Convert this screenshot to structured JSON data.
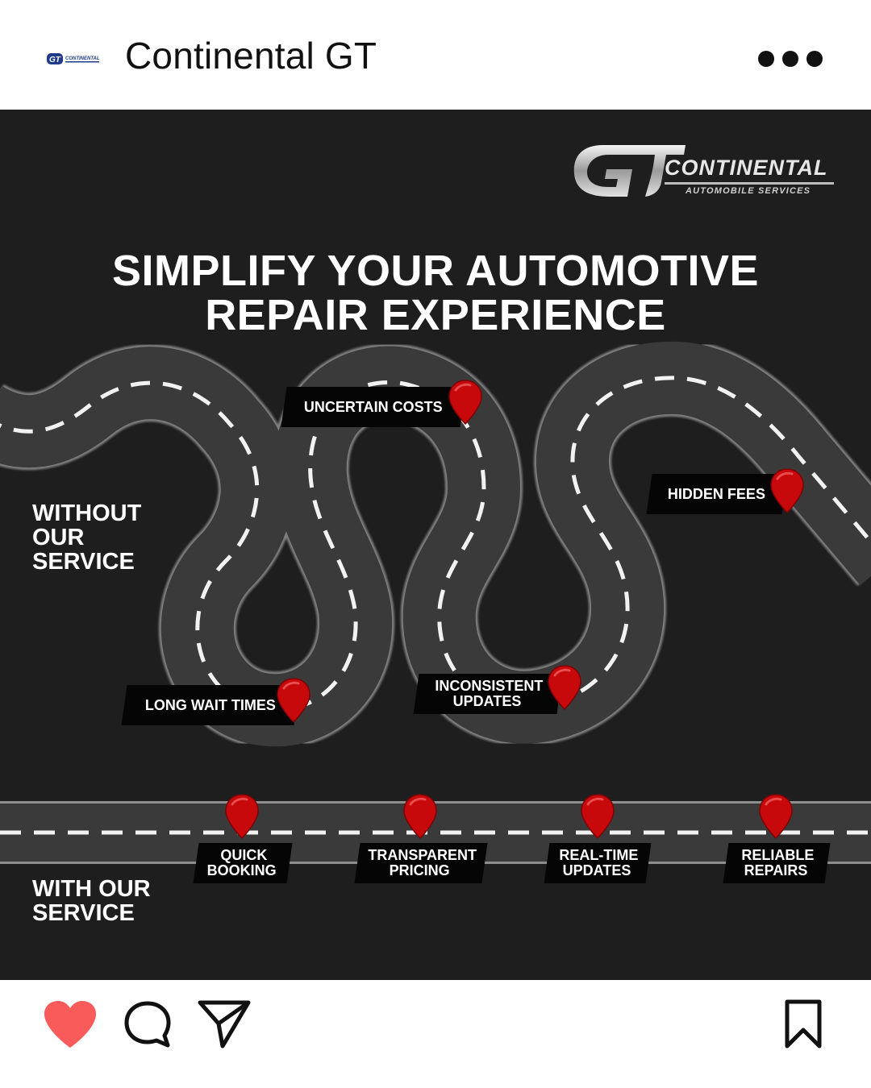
{
  "header": {
    "account_name": "Continental GT",
    "avatar_icon": "brand-logo-icon",
    "more_icon": "more-options-icon"
  },
  "post_image": {
    "logo": {
      "word": "CONTINENTAL",
      "sub": "AUTOMOBILE SERVICES",
      "mark": "GT"
    },
    "headline": [
      "SIMPLIFY YOUR AUTOMOTIVE",
      "REPAIR EXPERIENCE"
    ],
    "without_label": [
      "WITHOUT",
      "OUR",
      "SERVICE"
    ],
    "with_label": [
      "WITH OUR",
      "SERVICE"
    ],
    "problems": [
      {
        "lines": [
          "UNCERTAIN COSTS"
        ]
      },
      {
        "lines": [
          "HIDDEN FEES"
        ]
      },
      {
        "lines": [
          "LONG WAIT TIMES"
        ]
      },
      {
        "lines": [
          "INCONSISTENT",
          "UPDATES"
        ]
      }
    ],
    "benefits": [
      {
        "lines": [
          "QUICK",
          "BOOKING"
        ]
      },
      {
        "lines": [
          "TRANSPARENT",
          "PRICING"
        ]
      },
      {
        "lines": [
          "REAL-TIME",
          "UPDATES"
        ]
      },
      {
        "lines": [
          "RELIABLE",
          "REPAIRS"
        ]
      }
    ],
    "colors": {
      "background": "#1f1e1f",
      "road": "#3a3a3a",
      "pin": "#c8090b",
      "tag": "#050505"
    }
  },
  "actions": {
    "like_icon": "heart-icon",
    "comment_icon": "comment-icon",
    "share_icon": "send-icon",
    "save_icon": "bookmark-icon",
    "like_color": "#f95a5a"
  }
}
